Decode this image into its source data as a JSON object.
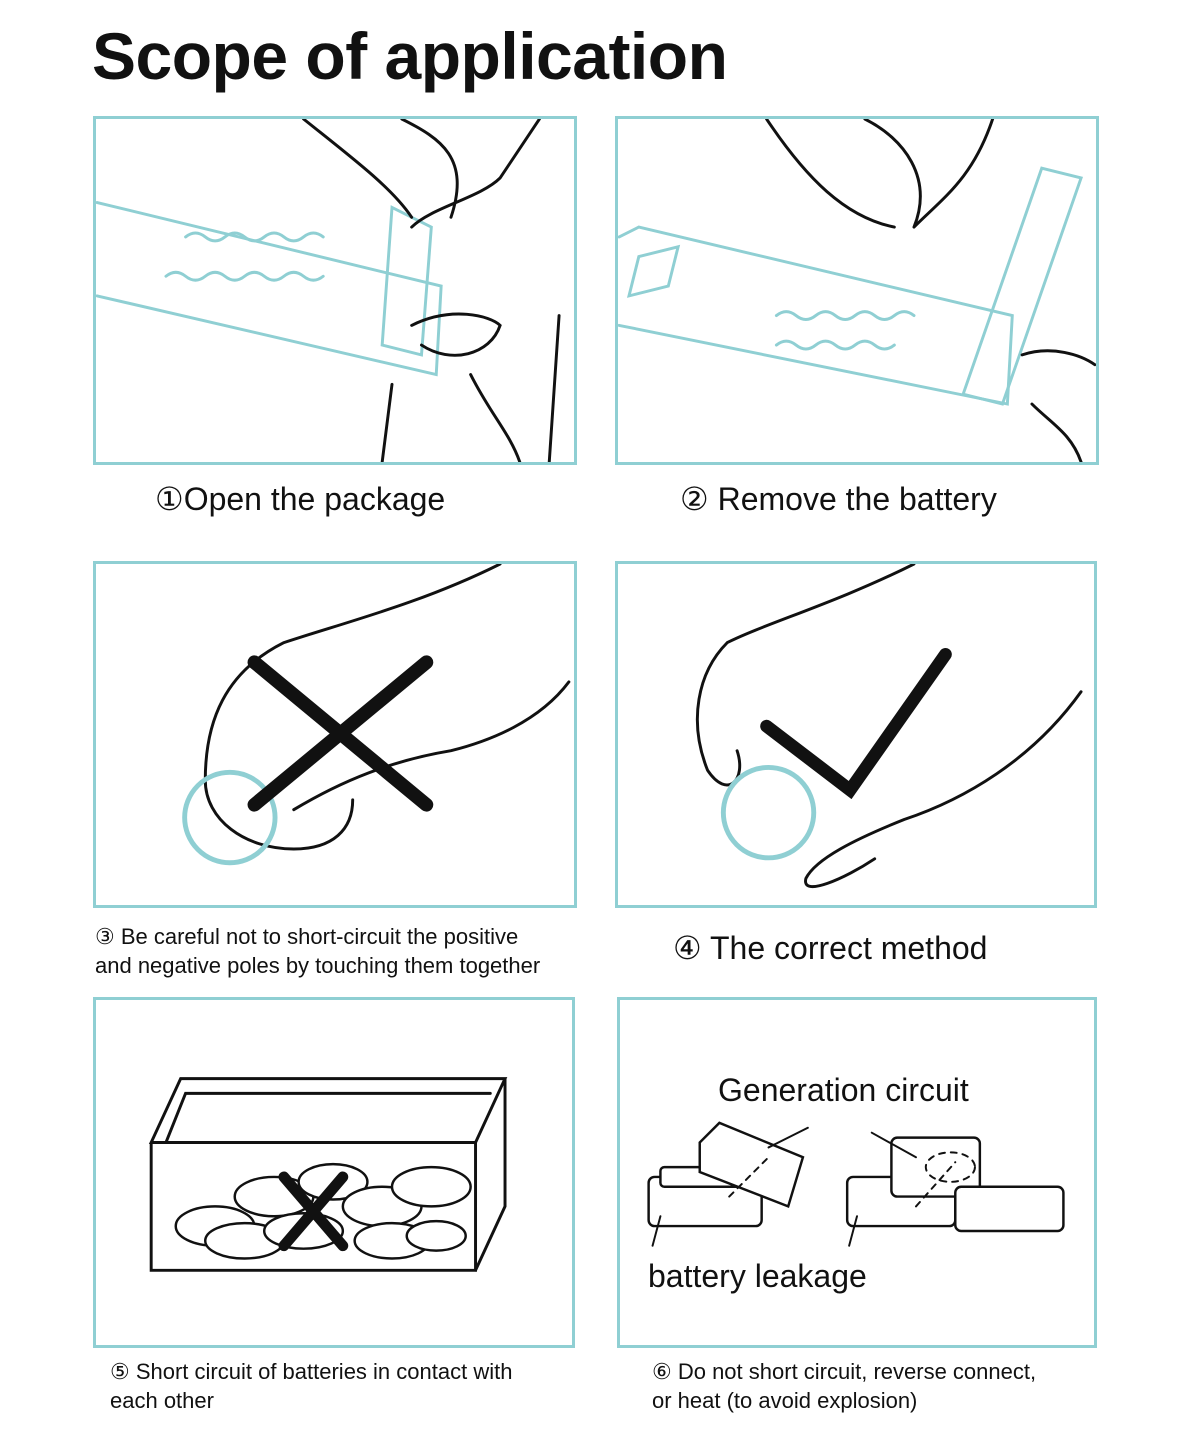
{
  "title": "Scope of application",
  "accent_color": "#8fcfd3",
  "steps": [
    {
      "caption": "①Open the package"
    },
    {
      "caption": "② Remove the battery"
    },
    {
      "caption_line1": "③ Be careful not to short-circuit the positive",
      "caption_line2": "and negative poles by touching them together"
    },
    {
      "caption": "④ The correct method"
    },
    {
      "caption_line1": "⑤ Short circuit of batteries in contact with",
      "caption_line2": "each other"
    },
    {
      "caption_line1": "⑥ Do not short circuit, reverse connect,",
      "caption_line2": "or heat (to avoid explosion)",
      "label_top": "Generation circuit",
      "label_bottom": "battery leakage"
    }
  ]
}
